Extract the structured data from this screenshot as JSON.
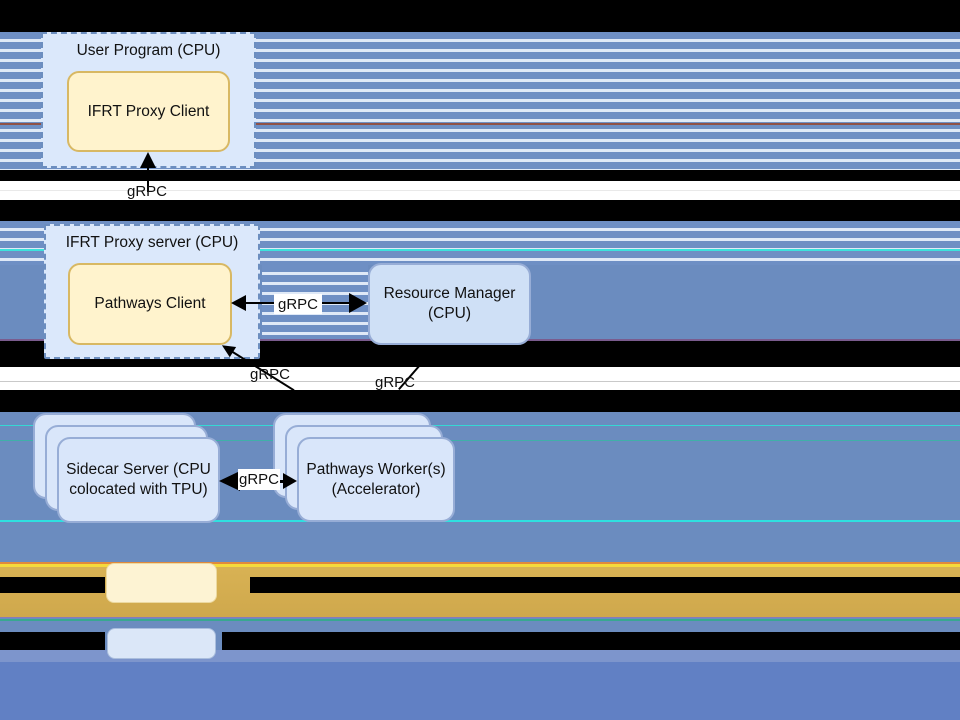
{
  "diagram": {
    "user_program": {
      "title": "User Program (CPU)",
      "inner": "IFRT Proxy Client"
    },
    "proxy_server": {
      "title": "IFRT Proxy server (CPU)",
      "inner": "Pathways Client"
    },
    "resource_manager": {
      "title": "Resource Manager (CPU)"
    },
    "sidecar_stack": {
      "title": "Sidecar Server (CPU colocated with TPU)"
    },
    "worker_stack": {
      "title": "Pathways Worker(s) (Accelerator)"
    },
    "arrows": {
      "client_to_proxy": {
        "label": "gRPC"
      },
      "pathways_to_rm": {
        "label": "gRPC"
      },
      "worker_to_pathways": {
        "label": "gRPC"
      },
      "rm_to_worker": {
        "label": "gRPC"
      },
      "sidecar_to_worker": {
        "label": "gRPC"
      }
    }
  },
  "legend": {
    "items": [
      {
        "swatch_color": "#fdf3d3",
        "label": ""
      },
      {
        "swatch_color": "#dbe7f8",
        "label": ""
      }
    ]
  },
  "colors": {
    "container_fill": "#dbe8fb",
    "container_border": "#6c8ebf",
    "yellow_fill": "#fff3cd",
    "yellow_border": "#d8b863",
    "stack_fill": "#d9e6fa",
    "stack_border": "#97add6",
    "stripe_blue": "#6e8fc4",
    "stripe_light": "#dfe9f7",
    "base_blue": "#6b8cbf",
    "gold_band": "#d4ab50",
    "bottom_blue": "#6180c4",
    "glitch_cyan": "#2fe0e0",
    "black_band": "#000000"
  }
}
